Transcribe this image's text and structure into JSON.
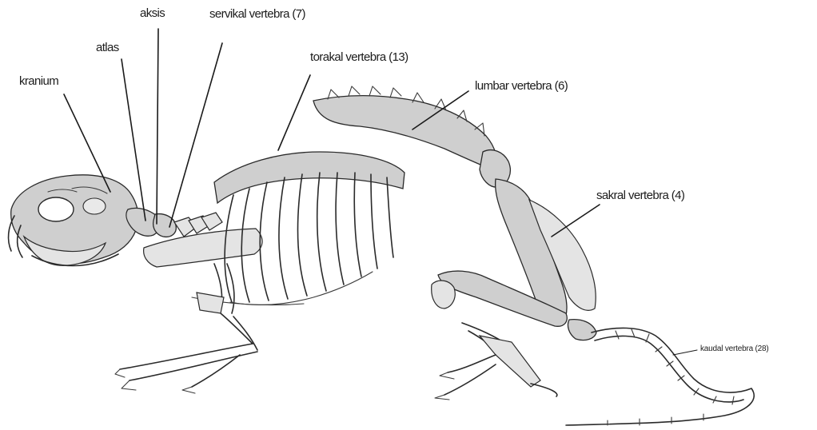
{
  "labels": {
    "kranium": "kranium",
    "atlas": "atlas",
    "aksis": "aksis",
    "servikal": "servikal vertebra (7)",
    "torakal": "torakal vertebra (13)",
    "lumbar": "lumbar vertebra (6)",
    "sakral": "sakral vertebra (4)",
    "kaudal": "kaudal vertebra (28)"
  },
  "colors": {
    "line": "#1a1a1a",
    "bone_fill": "#cfcfcf",
    "background": "#ffffff"
  }
}
